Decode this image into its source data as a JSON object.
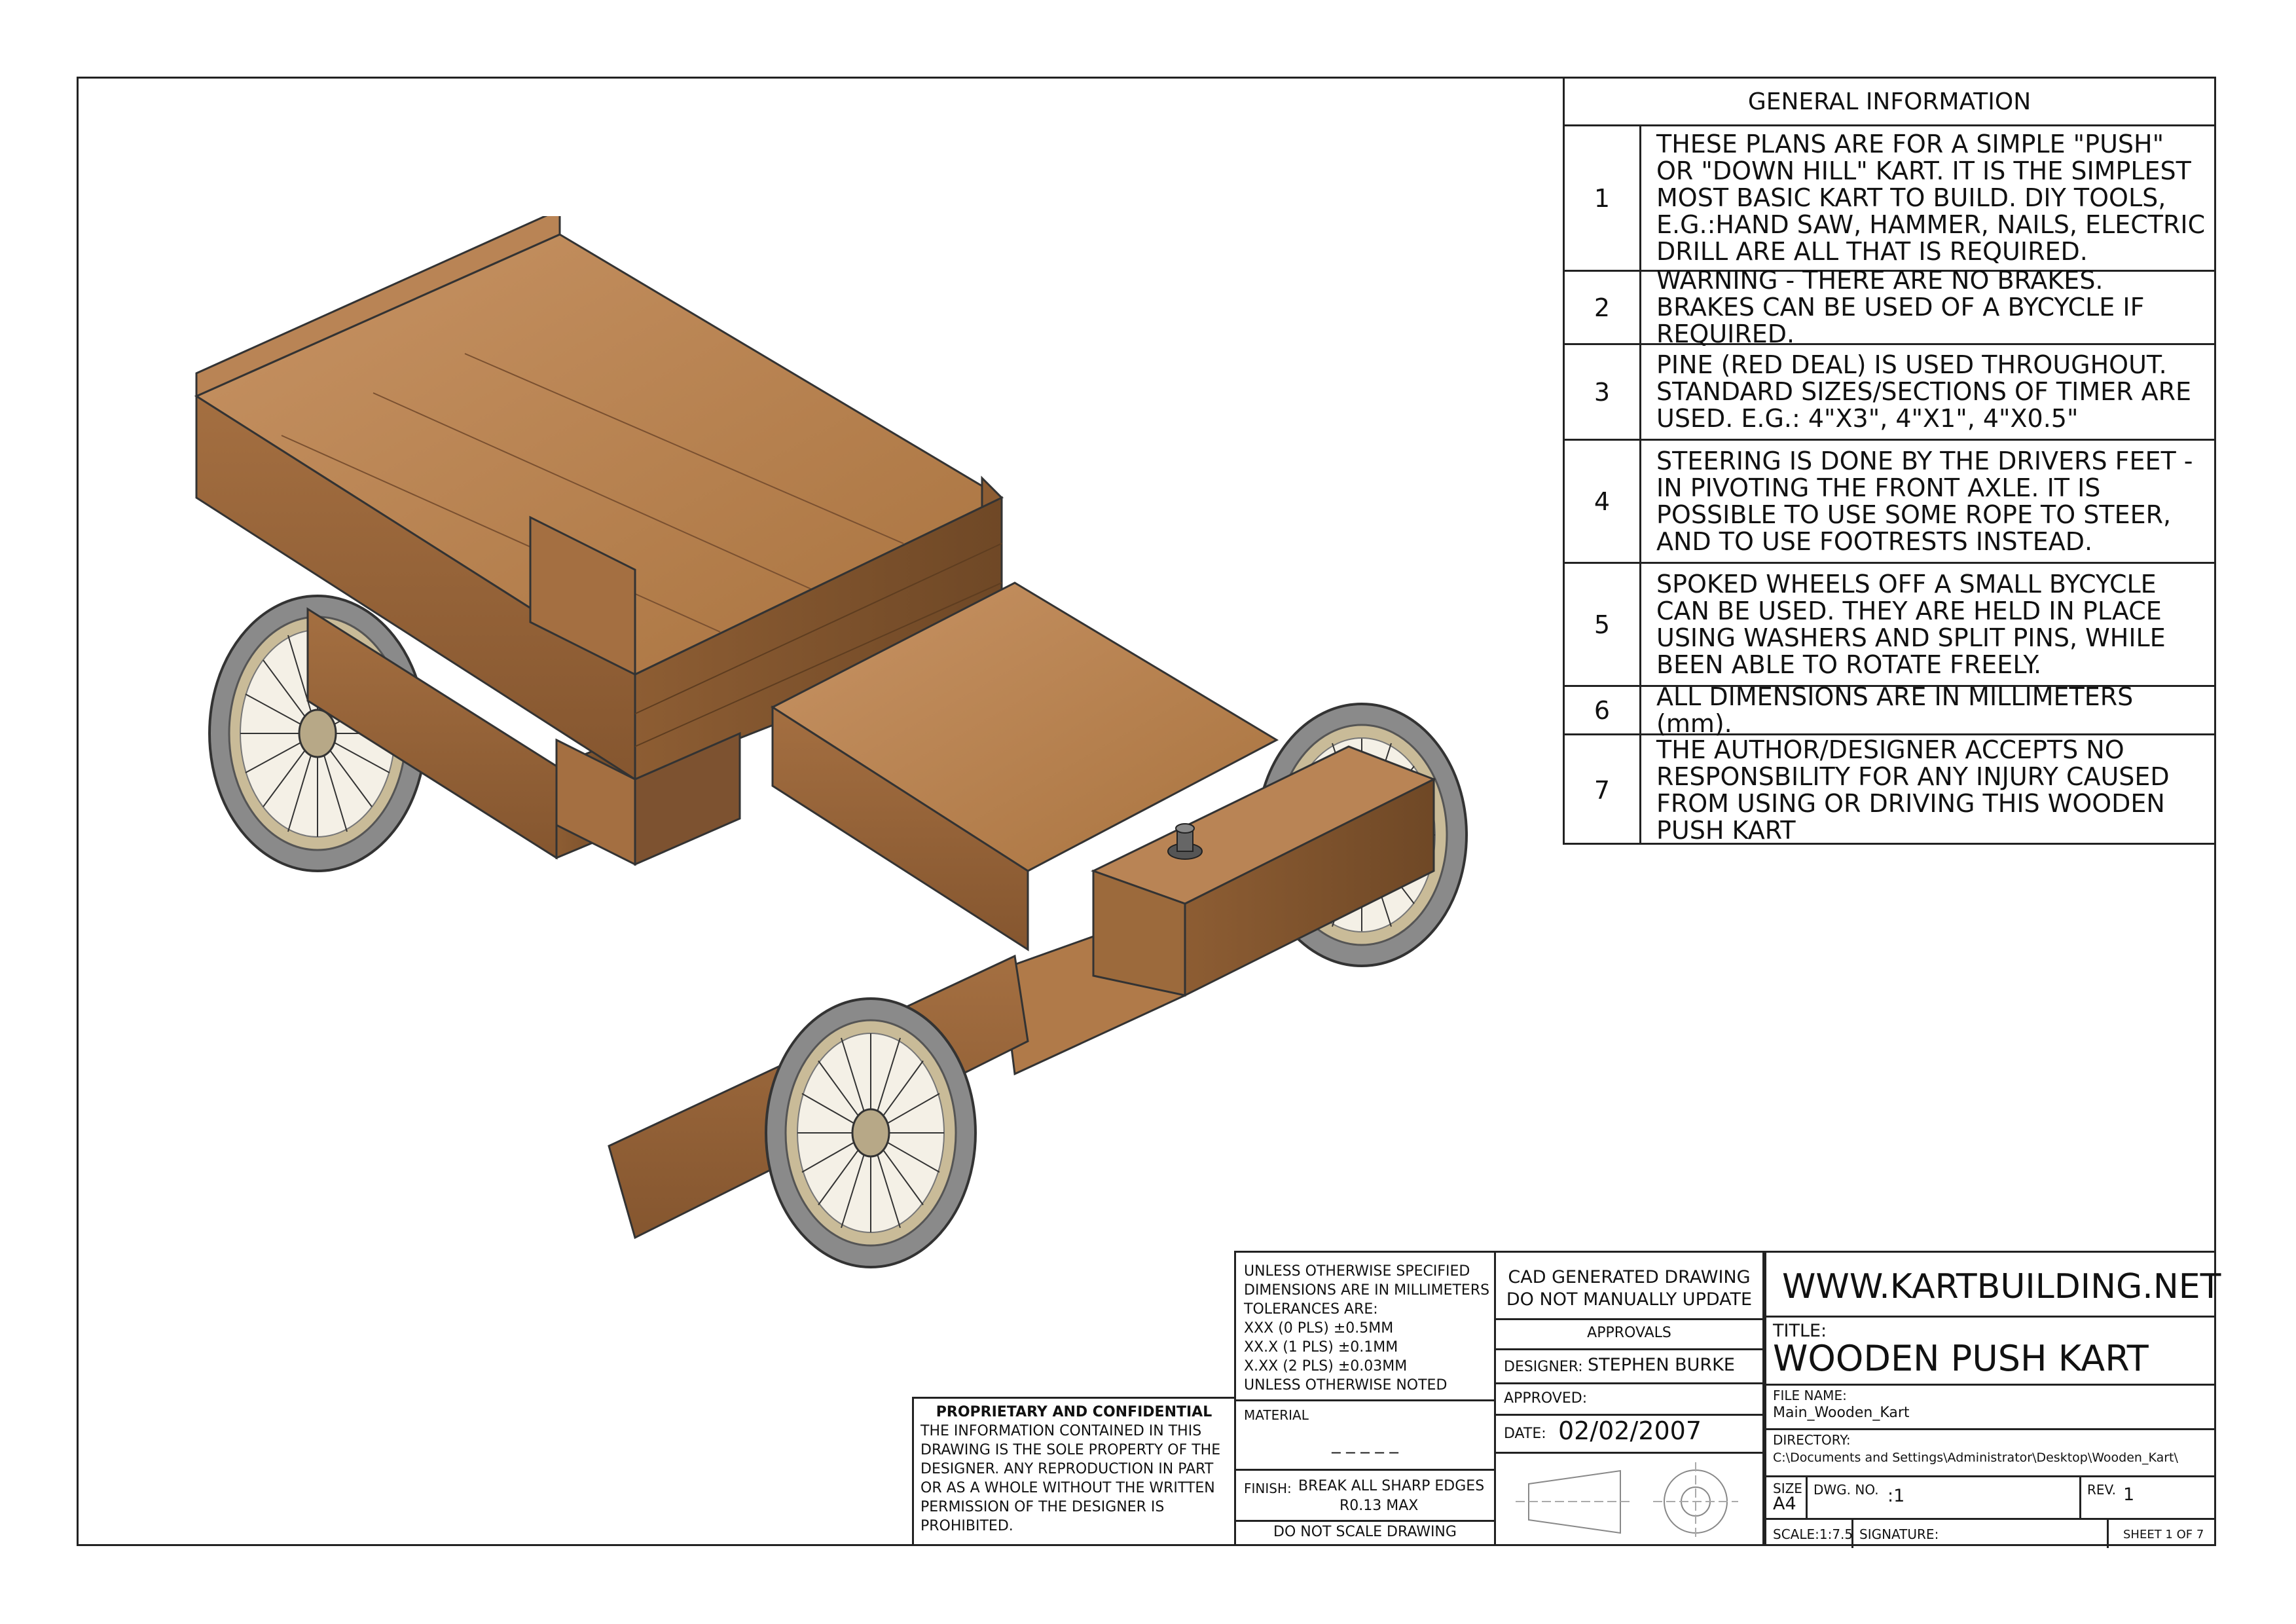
{
  "general_info": {
    "title": "GENERAL INFORMATION",
    "rows": [
      {
        "num": "1",
        "text": "THESE PLANS ARE FOR A SIMPLE \"PUSH\" OR \"DOWN HILL\" KART. IT IS THE SIMPLEST MOST BASIC KART TO BUILD. DIY TOOLS, E.G.:HAND SAW, HAMMER, NAILS, ELECTRIC DRILL ARE ALL THAT IS REQUIRED."
      },
      {
        "num": "2",
        "text": "WARNING - THERE ARE NO BRAKES. BRAKES CAN BE USED OF A BYCYCLE IF REQUIRED."
      },
      {
        "num": "3",
        "text": "PINE (RED DEAL) IS USED THROUGHOUT. STANDARD SIZES/SECTIONS OF TIMER ARE USED. E.G.: 4\"X3\", 4\"X1\", 4\"X0.5\""
      },
      {
        "num": "4",
        "text": "STEERING IS DONE BY THE DRIVERS FEET - IN PIVOTING THE FRONT AXLE. IT IS POSSIBLE TO USE SOME ROPE TO STEER, AND TO USE FOOTRESTS INSTEAD."
      },
      {
        "num": "5",
        "text": "SPOKED WHEELS OFF A SMALL BYCYCLE CAN BE USED. THEY ARE HELD IN PLACE USING WASHERS AND SPLIT PINS, WHILE BEEN ABLE TO ROTATE FREELY."
      },
      {
        "num": "6",
        "text": "ALL DIMENSIONS ARE IN MILLIMETERS (mm)."
      },
      {
        "num": "7",
        "text": "THE AUTHOR/DESIGNER ACCEPTS NO RESPONSBILITY FOR ANY INJURY CAUSED FROM USING OR DRIVING THIS WOODEN PUSH KART"
      }
    ]
  },
  "proprietary": {
    "heading": "PROPRIETARY AND CONFIDENTIAL",
    "body": "THE INFORMATION CONTAINED IN THIS DRAWING IS THE SOLE PROPERTY OF THE DESIGNER.  ANY REPRODUCTION IN PART OR AS A WHOLE WITHOUT THE WRITTEN PERMISSION OF THE DESIGNER IS PROHIBITED."
  },
  "tolerances": {
    "lines": [
      "UNLESS OTHERWISE SPECIFIED",
      "DIMENSIONS ARE IN MILLIMETERS",
      "TOLERANCES ARE:",
      "XXX  (0 PLS)  ±0.5MM",
      "XX.X (1 PLS)  ±0.1MM",
      "X.XX (2 PLS)  ±0.03MM",
      "UNLESS OTHERWISE NOTED"
    ],
    "material_label": "MATERIAL",
    "material_value": "_ _ _ _ _",
    "finish_label": "FINISH:",
    "finish_value_1": "BREAK ALL SHARP EDGES",
    "finish_value_2": "R0.13 MAX",
    "do_not_scale": "DO  NOT  SCALE  DRAWING"
  },
  "approvals": {
    "cad_line_1": "CAD GENERATED DRAWING",
    "cad_line_2": "DO NOT MANUALLY UPDATE",
    "heading": "APPROVALS",
    "designer_label": "DESIGNER:",
    "designer_value": "STEPHEN BURKE",
    "approved_label": "APPROVED:",
    "date_label": "DATE:",
    "date_value": "02/02/2007"
  },
  "title_block": {
    "website": "WWW.KARTBUILDING.NET",
    "title_label": "TITLE:",
    "title_value": "WOODEN PUSH KART",
    "file_name_label": "FILE NAME:",
    "file_name_value": "Main_Wooden_Kart",
    "directory_label": "DIRECTORY:",
    "directory_value": "C:\\Documents and Settings\\Administrator\\Desktop\\Wooden_Kart\\",
    "size_label": "SIZE",
    "size_value": "A4",
    "dwg_no_label": "DWG.  NO.",
    "dwg_no_value": ":1",
    "rev_label": "REV.",
    "rev_value": "1",
    "scale_value": "SCALE:1:7.5",
    "signature_label": "SIGNATURE:",
    "sheet_value": "SHEET 1 OF 7"
  },
  "colors": {
    "wood_light": "#b98455",
    "wood_mid": "#a46f41",
    "wood_dark": "#7d5230",
    "tire": "#8a8a8a",
    "rim": "#b7a887"
  }
}
